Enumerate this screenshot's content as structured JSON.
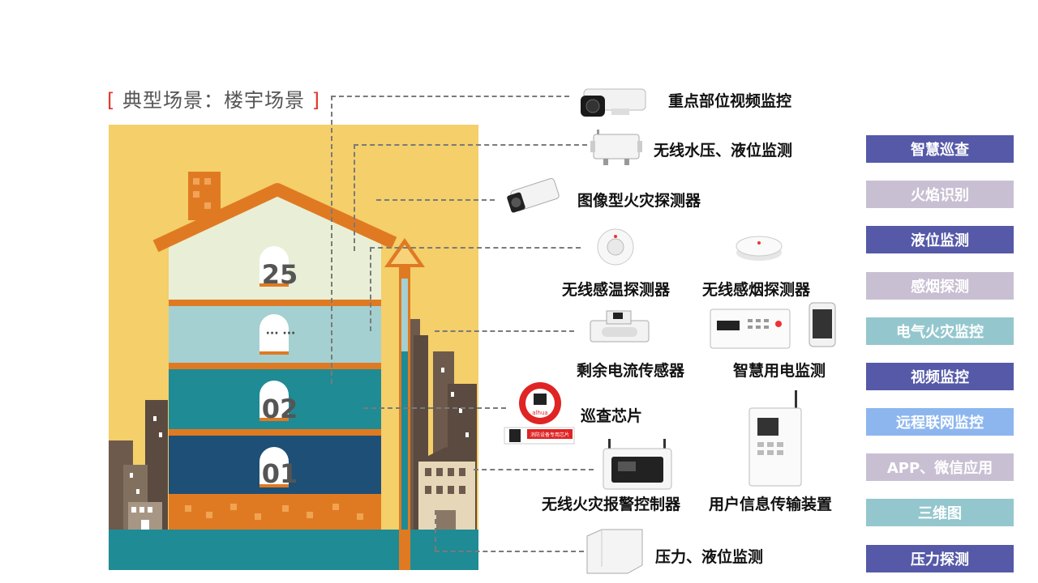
{
  "scene": {
    "bracket_left": "[",
    "title": "典型场景：楼宇场景",
    "bracket_right": "]"
  },
  "floors": {
    "f25": "25",
    "fmid": "··· ···",
    "f02": "02",
    "f01": "01"
  },
  "devices": {
    "camera_label": "重点部位视频监控",
    "water_label": "无线水压、液位监测",
    "fire_image_label": "图像型火灾探测器",
    "temp_label": "无线感温探测器",
    "smoke_label": "无线感烟探测器",
    "current_label": "剩余电流传感器",
    "electric_label": "智慧用电监测",
    "chip_label": "巡查芯片",
    "alarm_label": "无线火灾报警控制器",
    "transmit_label": "用户信息传输装置",
    "pressure_label": "压力、液位监测",
    "chip_brand": "alhua",
    "chip_card_text": "消防设备专用芯片"
  },
  "tags": [
    {
      "label": "智慧巡查",
      "color": "#5559a8"
    },
    {
      "label": "火焰识别",
      "color": "#c9bfd3"
    },
    {
      "label": "液位监测",
      "color": "#5559a8"
    },
    {
      "label": "感烟探测",
      "color": "#c9bfd3"
    },
    {
      "label": "电气火灾监控",
      "color": "#94c7cd"
    },
    {
      "label": "视频监控",
      "color": "#5559a8"
    },
    {
      "label": "远程联网监控",
      "color": "#8db6ef"
    },
    {
      "label": "APP、微信应用",
      "color": "#c9bfd3"
    },
    {
      "label": "三维图",
      "color": "#94c7cd"
    },
    {
      "label": "压力探测",
      "color": "#5559a8"
    }
  ]
}
